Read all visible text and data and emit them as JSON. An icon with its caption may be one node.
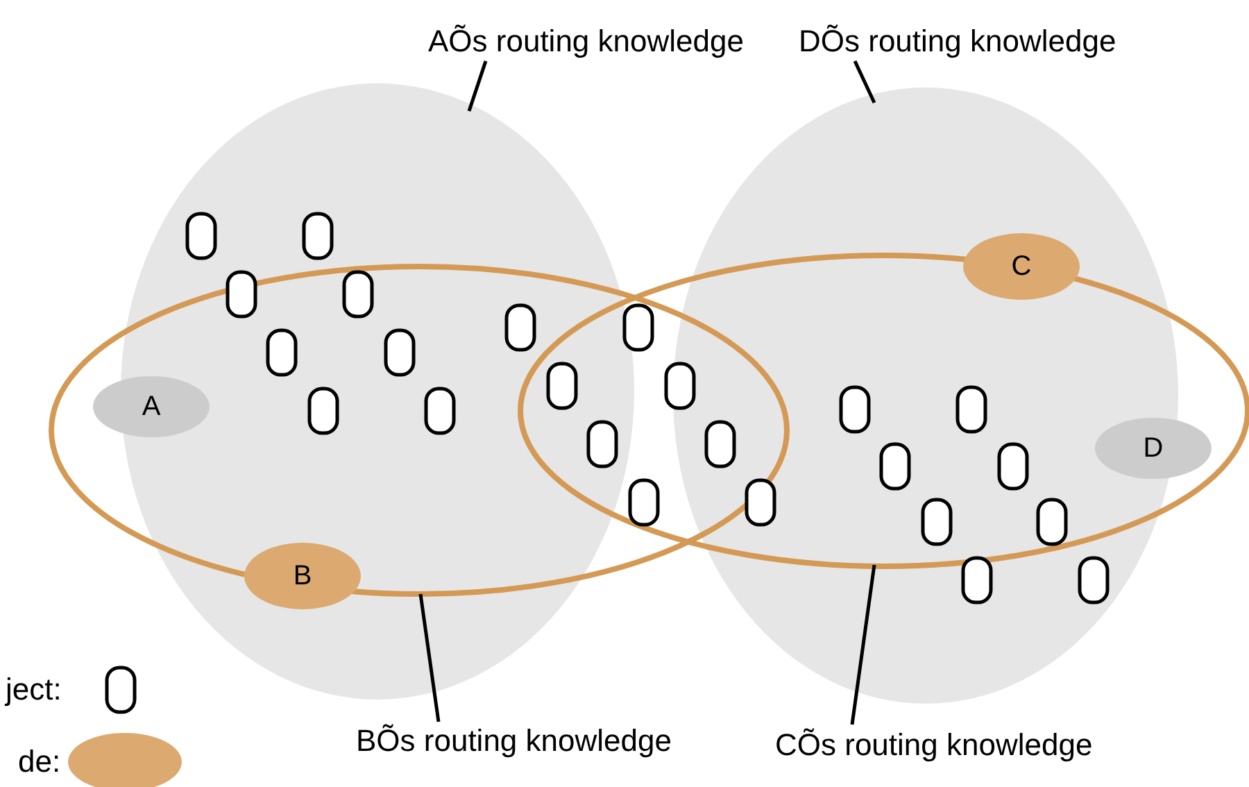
{
  "diagram": {
    "nodes": [
      {
        "text": [
          "AÕs routing knowledge"
        ]
      },
      {
        "text": [
          "DÕs routing knowledge"
        ]
      },
      {
        "text": [
          "BÕs routing knowledge"
        ]
      },
      {
        "text": [
          "CÕs routing knowledge"
        ]
      },
      {
        "text": [],
        "shape": "ellipse"
      },
      {
        "text": [],
        "shape": "ellipse"
      },
      {
        "text": [],
        "shape": "ellipse"
      },
      {
        "text": [],
        "shape": "ellipse"
      },
      {
        "text": [
          "A"
        ],
        "in": 6
      },
      {
        "text": [
          "B"
        ],
        "in": 4
      },
      {
        "text": [
          "C"
        ],
        "in": 5
      },
      {
        "text": [
          "D"
        ],
        "in": 7
      }
    ],
    "edges": [
      {
        "from": 0,
        "to": 4,
        "arrow": "none"
      },
      {
        "from": 1,
        "to": 5,
        "arrow": "none"
      },
      {
        "from": 2,
        "to": 6,
        "arrow": "none"
      },
      {
        "from": 3,
        "to": 7,
        "arrow": "none"
      }
    ],
    "legend": [
      {
        "text": "ject:"
      },
      {
        "text": "de:",
        "color": "#dcaa70"
      }
    ]
  }
}
